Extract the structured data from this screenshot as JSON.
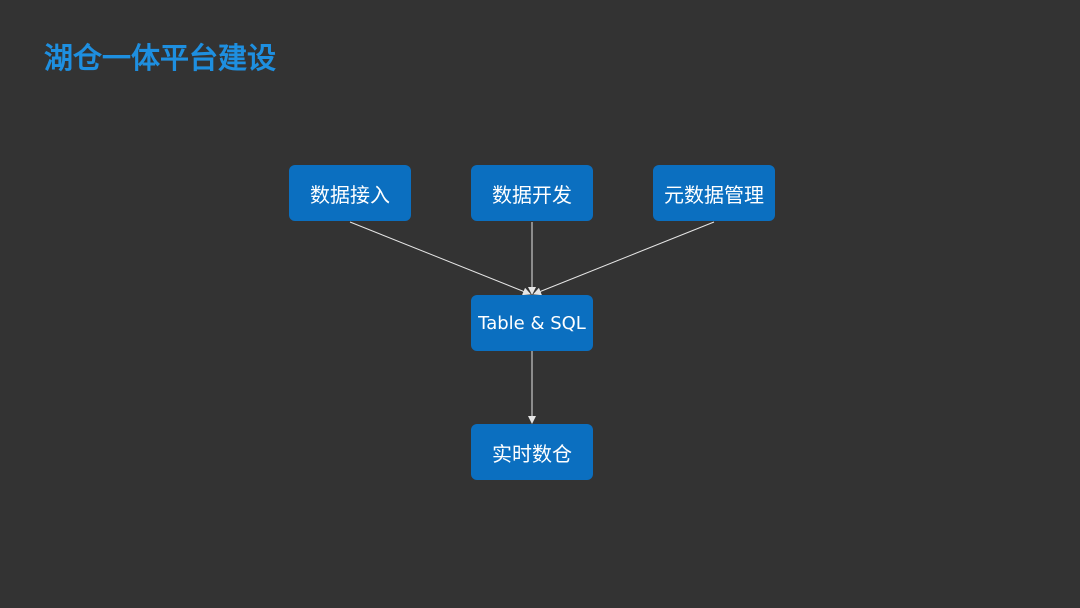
{
  "title": "湖仓一体平台建设",
  "colors": {
    "background": "#333333",
    "title": "#1e8fe0",
    "node_fill": "#0b6fc0",
    "node_text": "#ffffff",
    "connector": "#e6e6e6"
  },
  "diagram": {
    "nodes": {
      "ingest": "数据接入",
      "develop": "数据开发",
      "metadata": "元数据管理",
      "table_sql": "Table & SQL",
      "realtime_dw": "实时数仓"
    },
    "edges": [
      {
        "from": "ingest",
        "to": "table_sql"
      },
      {
        "from": "develop",
        "to": "table_sql"
      },
      {
        "from": "metadata",
        "to": "table_sql"
      },
      {
        "from": "table_sql",
        "to": "realtime_dw"
      }
    ]
  }
}
